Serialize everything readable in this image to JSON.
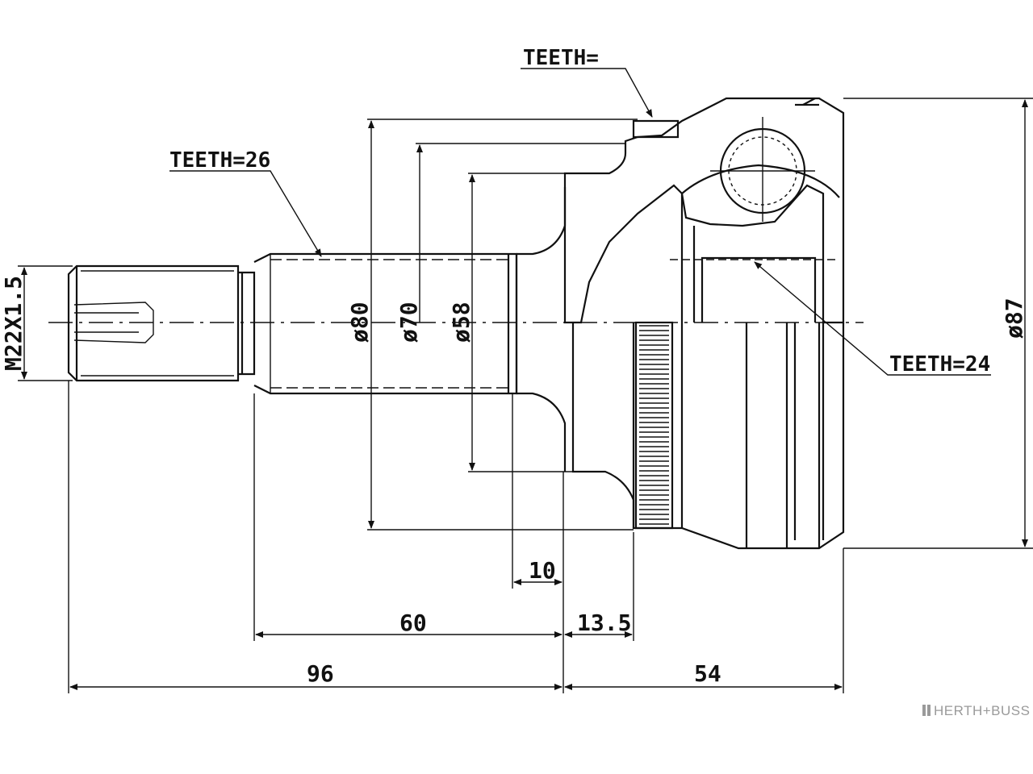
{
  "labels": {
    "teeth_top": "TEETH=",
    "teeth_left": "TEETH=26",
    "teeth_right": "TEETH=24",
    "thread": "M22X1.5"
  },
  "dimensions": {
    "d80": "ø80",
    "d70": "ø70",
    "d58": "ø58",
    "d87": "ø87",
    "l10": "10",
    "l60": "60",
    "l13_5": "13.5",
    "l96": "96",
    "l54": "54"
  },
  "brand": {
    "name": "HERTH+BUSS",
    "color": "#9a9a9a"
  }
}
